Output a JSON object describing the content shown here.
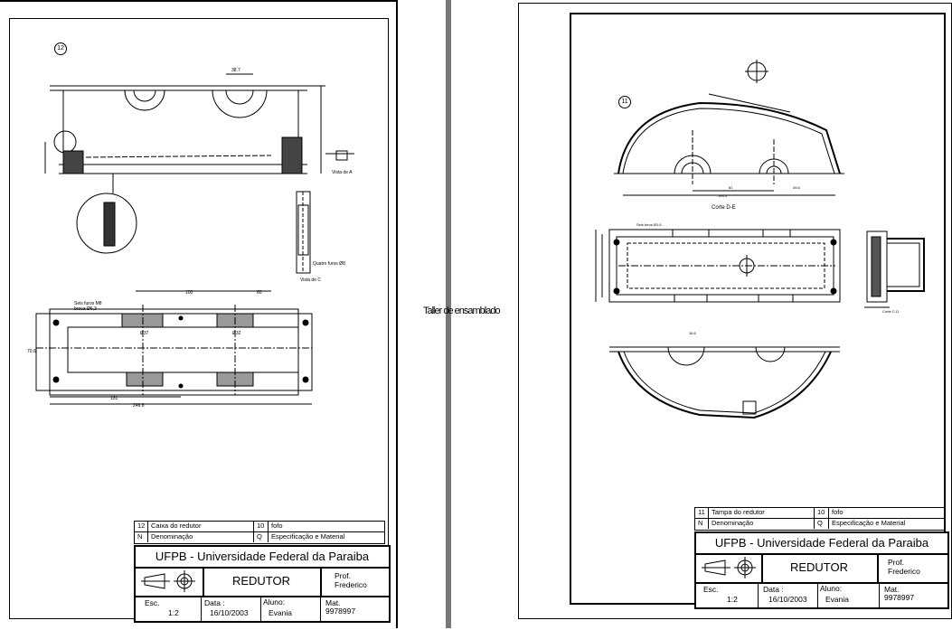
{
  "center_label": "Taller de ensamblado",
  "left_sheet": {
    "part_number": "12",
    "bom": {
      "item_no": "12",
      "item_name": "Caixa do redutor",
      "item_qty": "10",
      "item_material": "fofo",
      "h_no": "N",
      "h_name": "Denominação",
      "h_qty": "Q",
      "h_material": "Especificação e Material"
    },
    "title_block": {
      "university": "UFPB - Universidade Federal da Paraiba",
      "title": "REDUTOR",
      "prof_label": "Prof.",
      "prof_name": "Frederico",
      "scale_label": "Esc.",
      "scale": "1:2",
      "date_label": "Data :",
      "date": "16/10/2003",
      "student_label": "Aluno:",
      "student": "Evania",
      "mat_label": "Mat.",
      "mat": "9978997"
    },
    "notes": {
      "view_a": "Vista de A",
      "view_c": "Vista de C",
      "four_holes": "Quatro furos Ø8",
      "holes_m": "Seis furos M8",
      "drill": "broca Ø6,3",
      "d1": "38.7",
      "d2": "100",
      "d3": "60",
      "d4": "131",
      "d5": "246.6",
      "d6": "70.6",
      "d7": "Ø37",
      "d8": "Ø32"
    }
  },
  "right_sheet": {
    "part_number": "11",
    "bom": {
      "item_no": "11",
      "item_name": "Tampa do redutor",
      "item_qty": "10",
      "item_material": "fofo",
      "h_no": "N",
      "h_name": "Denominação",
      "h_qty": "Q",
      "h_material": "Especificação e Material"
    },
    "title_block": {
      "university": "UFPB - Universidade Federal da Paraiba",
      "title": "REDUTOR",
      "prof_label": "Prof.",
      "prof_name": "Frederico",
      "scale_label": "Esc.",
      "scale": "1:2",
      "date_label": "Data :",
      "date": "16/10/2003",
      "student_label": "Aluno:",
      "student": "Evania",
      "mat_label": "Mat.",
      "mat": "9978997"
    },
    "notes": {
      "section_de": "Corte D-E",
      "section_cd": "Corte C-D",
      "holes": "Seis furos Ø1,6",
      "d1": "194.4",
      "d2": "81",
      "d3": "49.6",
      "d4": "16.6"
    }
  }
}
